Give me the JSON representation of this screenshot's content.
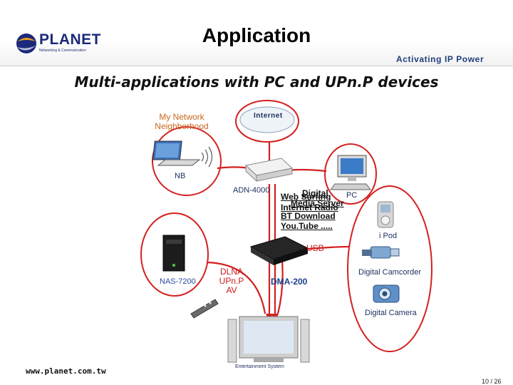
{
  "header": {
    "logo_text": "PLANET",
    "logo_tagline": "Networking & Communication",
    "title": "Application",
    "slogan": "Activating IP Power"
  },
  "subtitle": "Multi-applications with PC and UPn.P devices",
  "diagram": {
    "network_label_line1": "My Network",
    "network_label_line2": "Neighborhood",
    "internet": "Internet",
    "nb": "NB",
    "adn": "ADN-4000",
    "pc": "PC",
    "ipod": "i Pod",
    "camcorder": "Digital Camcorder",
    "camera": "Digital Camera",
    "nas": "NAS-7200",
    "dma": "DMA-200",
    "usb": "USB",
    "dlna_line1": "DLNA",
    "dlna_line2": "UPn.P AV",
    "entertainment": "Entertainment System",
    "overlap": {
      "web_surfing": "Web Surfing",
      "digital": "Digital",
      "media_server": "Media Server",
      "internet_radio": "Internet Radio"
    },
    "services": [
      "BT Download",
      "You.Tube ....."
    ]
  },
  "footer": {
    "url": "www.planet.com.tw",
    "page": "10 / 26"
  },
  "colors": {
    "accent_red": "#d42020",
    "brand_blue": "#1b2a7a",
    "label_orange": "#c8681e"
  }
}
